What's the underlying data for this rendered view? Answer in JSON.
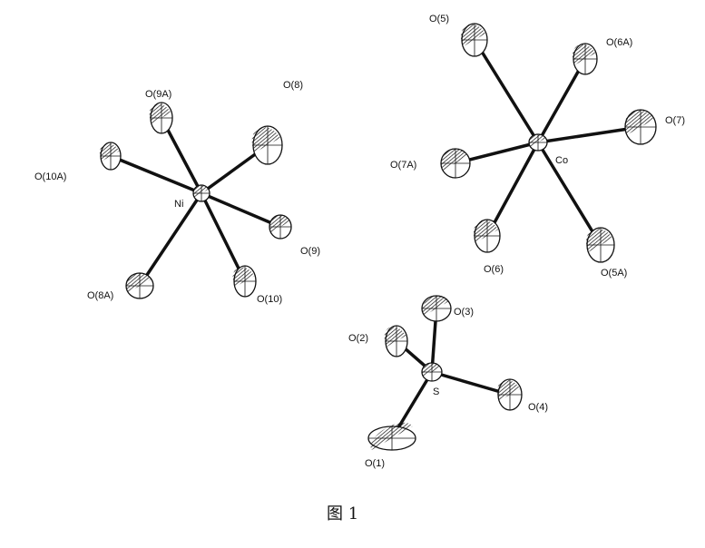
{
  "figure": {
    "caption": "图 1",
    "ni_complex": {
      "center": "Ni",
      "ligands": [
        "O(9A)",
        "O(8)",
        "O(10A)",
        "O(9)",
        "O(8A)",
        "O(10)"
      ]
    },
    "co_complex": {
      "center": "Co",
      "ligands": [
        "O(5)",
        "O(6A)",
        "O(7)",
        "O(7A)",
        "O(6)",
        "O(5A)"
      ]
    },
    "sulfate": {
      "center": "S",
      "ligands": [
        "O(3)",
        "O(2)",
        "O(4)",
        "O(1)"
      ]
    }
  }
}
